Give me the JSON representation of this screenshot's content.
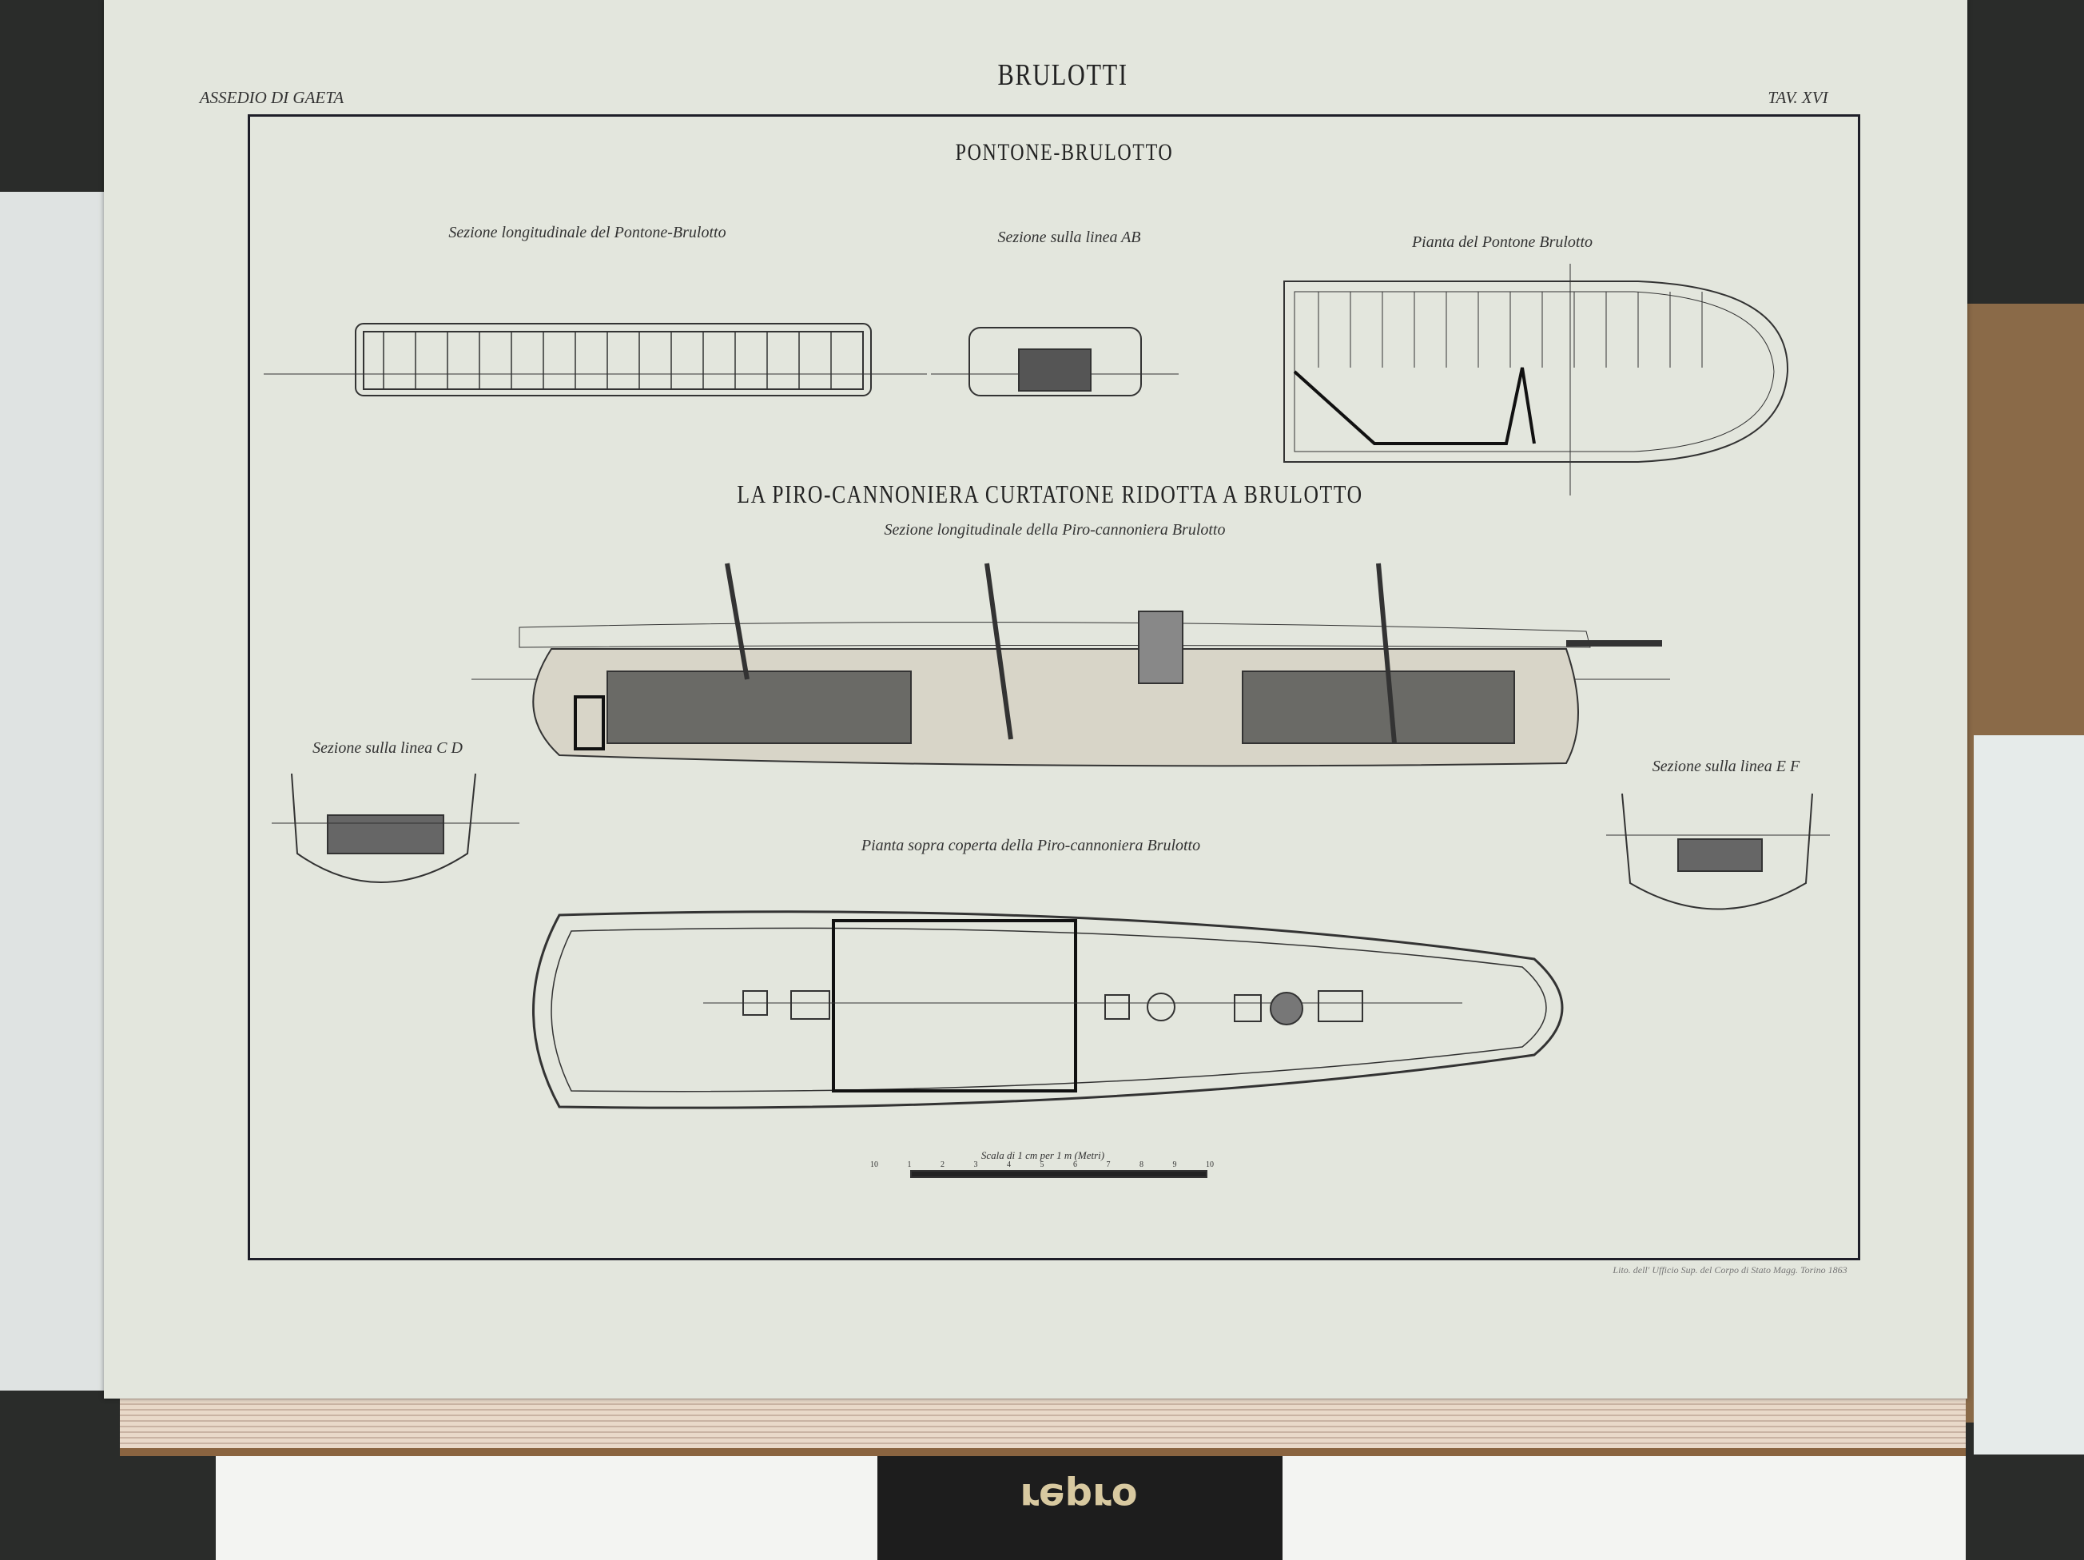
{
  "plate": {
    "title": "BRULOTTI",
    "series": "ASSEDIO DI GAETA",
    "plate_number": "TAV. XVI",
    "section1_title": "PONTONE-BRULOTTO",
    "section1_captions": [
      "Sezione longitudinale del Pontone-Brulotto",
      "Sezione sulla linea AB",
      "Pianta del Pontone Brulotto"
    ],
    "section2_title": "LA PIRO-CANNONIERA CURTATONE RIDOTTA A BRULOTTO",
    "section2_caption": "Sezione longitudinale della Piro-cannoniera Brulotto",
    "section_cd": "Sezione sulla linea C D",
    "section_ef": "Sezione sulla linea E F",
    "deck_plan": "Pianta sopra coperta della Piro-cannoniera Brulotto",
    "scale_label": "Scala di 1 cm per 1 m (Metri)",
    "scale_ticks": [
      "10",
      "1",
      "2",
      "3",
      "4",
      "5",
      "6",
      "7",
      "8",
      "9",
      "10"
    ],
    "footer_right": "Lito. dell' Ufficio Sup. del Corpo di Stato Magg. Torino 1863"
  },
  "device_label": "repro"
}
